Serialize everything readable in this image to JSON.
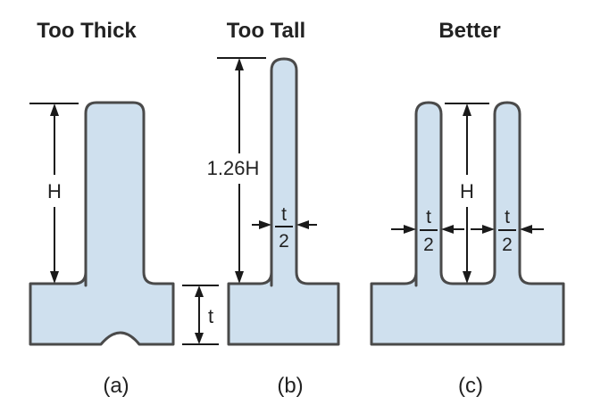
{
  "panels": [
    {
      "title": "Too Thick",
      "caption": "(a)"
    },
    {
      "title": "Too Tall",
      "caption": "(b)"
    },
    {
      "title": "Better",
      "caption": "(c)"
    }
  ],
  "labels": {
    "height": "H",
    "tall_height": "1.26H",
    "thickness": "t",
    "frac_numerator": "t",
    "frac_denominator": "2"
  },
  "colors": {
    "fill": "#cfe0ee",
    "outline": "#4a4a4a",
    "dimension": "#1a1a1a"
  }
}
